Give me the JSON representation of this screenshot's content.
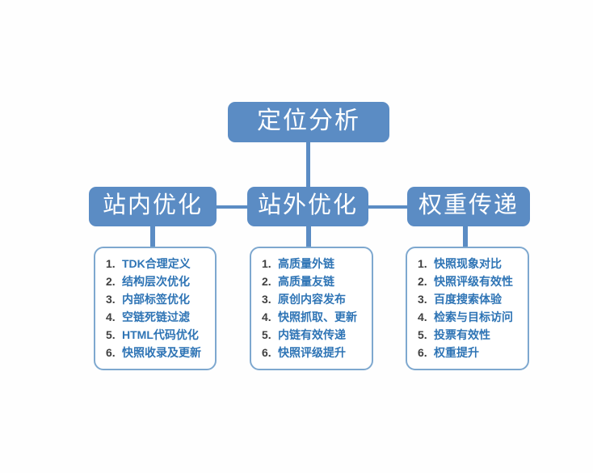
{
  "diagram": {
    "title": "定位分析",
    "root": {
      "label": "定位分析"
    },
    "branches": [
      {
        "label": "站内优化",
        "items": [
          {
            "num": "1.",
            "text": "TDK合理定义"
          },
          {
            "num": "2.",
            "text": "结构层次优化"
          },
          {
            "num": "3.",
            "text": "内部标签优化"
          },
          {
            "num": "4.",
            "text": "空链死链过滤"
          },
          {
            "num": "5.",
            "text": "HTML代码优化"
          },
          {
            "num": "6.",
            "text": "快照收录及更新"
          }
        ]
      },
      {
        "label": "站外优化",
        "items": [
          {
            "num": "1.",
            "text": "高质量外链"
          },
          {
            "num": "2.",
            "text": "高质量友链"
          },
          {
            "num": "3.",
            "text": "原创内容发布"
          },
          {
            "num": "4.",
            "text": "快照抓取、更新"
          },
          {
            "num": "5.",
            "text": "内链有效传递"
          },
          {
            "num": "6.",
            "text": "快照评级提升"
          }
        ]
      },
      {
        "label": "权重传递",
        "items": [
          {
            "num": "1.",
            "text": "快照现象对比"
          },
          {
            "num": "2.",
            "text": "快照评级有效性"
          },
          {
            "num": "3.",
            "text": "百度搜索体验"
          },
          {
            "num": "4.",
            "text": "检索与目标访问"
          },
          {
            "num": "5.",
            "text": "投票有效性"
          },
          {
            "num": "6.",
            "text": "权重提升"
          }
        ]
      }
    ],
    "colors": {
      "node_fill": "#5b8cc4",
      "node_text": "#ffffff",
      "connector": "#5b8cc4",
      "list_border": "#7ea8cf",
      "list_text": "#2e74b5",
      "list_number": "#404040",
      "background": "#fefefe"
    }
  }
}
